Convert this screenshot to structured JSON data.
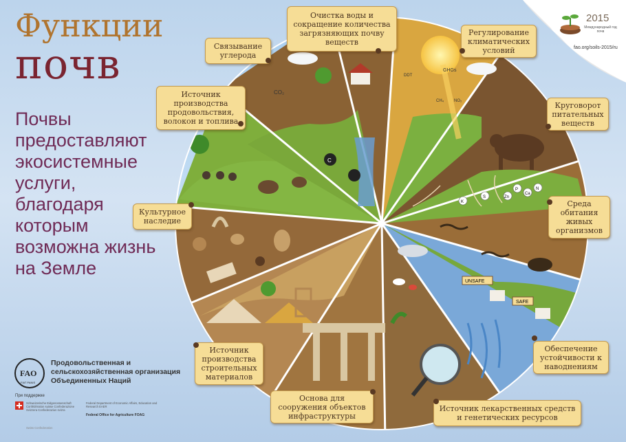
{
  "title": {
    "line1": "Функции",
    "line2": "почв"
  },
  "subtitle": "Почвы предоставляют экосистемные услуги, благодаря которым возможна жизнь на Земле",
  "functions": [
    "Очистка воды и сокращение количества загрязняющих почву веществ",
    "Регулирование климатических условий",
    "Круговорот питательных веществ",
    "Среда обитания живых организмов",
    "Обеспечение устойчивости к наводнениям",
    "Источник лекарственных средств и генетических ресурсов",
    "Основа для сооружения объектов инфраструктуры",
    "Источник производства строительных материалов",
    "Культурное наследие",
    "Источник производства продовольствия, волокон и топлива",
    "Связывание углерода"
  ],
  "badge": {
    "year": "2015",
    "name": "Международный год почв",
    "url": "fao.org/soils-2015/ru"
  },
  "diagram_labels": {
    "co2": "CO₂",
    "ddt": "DDT",
    "ghgs": "GHGs",
    "ch4": "CH₄",
    "no2": "NO₂",
    "carbon": "C",
    "nutrients": [
      "K",
      "S",
      "Zn",
      "P",
      "Ca",
      "N"
    ],
    "unsafe": "UNSAFE",
    "safe": "SAFE"
  },
  "fao": {
    "name": "Продовольственная и сельскохозяйственная организация Объединенных Наций",
    "logo_text": "FAO",
    "logo_motto": "FIAT PANIS"
  },
  "sponsor": {
    "support_label": "При поддержке",
    "confederation": "Schweizerische Eidgenossenschaft Confédération suisse Confederazione Svizzera Confederaziun svizra",
    "department": "Federal Department of Economic Affairs, Education and Research EAER",
    "office": "Federal Office for Agriculture FOAG",
    "country": "Swiss Confederation"
  },
  "colors": {
    "soil": "#8a6234",
    "grass": "#7fae3c",
    "label_bg": "#f6dd96",
    "title_orange": "#b0742e",
    "title_dark": "#7a2430",
    "subtitle": "#6f2a55"
  }
}
